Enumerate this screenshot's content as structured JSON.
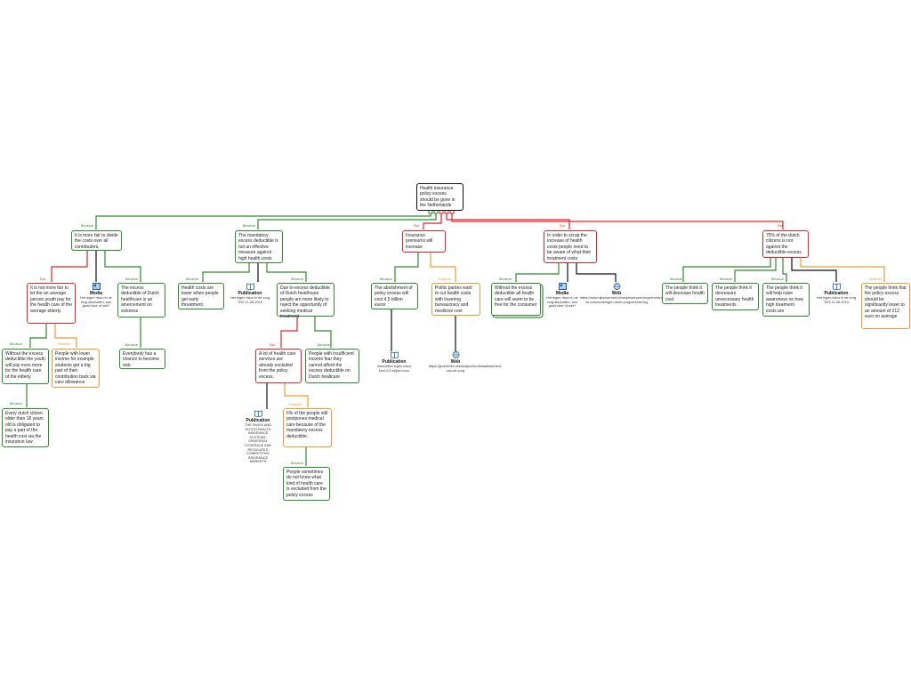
{
  "colors": {
    "support": "#2e8b2e",
    "against": "#e0252b",
    "warning": "#f29a2e",
    "root": "#111111"
  },
  "root": {
    "text": "Health insurance policy excess should be gone in the Netherlands"
  },
  "tags": {
    "because": "Because",
    "but": "But",
    "however": "However"
  },
  "nodes": {
    "fair": "It is more fair to divide the costs over all contributors.",
    "mandatory": "The mandatory excess deductible is not an effective measure against high health costs",
    "premiums": "Insurance premiums will increase",
    "scrap": "In order to scrap the increase of health costs people need to be aware of what their treatment costs",
    "majority": "75% of the dutch citizens is not against the deductible excess",
    "notfair": "It is not more fair to let the an average person youth pay for the health care of the average elderly.",
    "deductible": "The excess deductible of Dutch healthcare is an amercement on sickness",
    "healthcosts": "Health costs are lower when people get early threatment.",
    "reject": "Due to excess deductible of Dutch healthcare people are more likely to reject the opportunity of seeking medical treatment",
    "abolish": "The abolishment of policy excess will cost 4.5 billion euros",
    "parties": "Politic parties want to cut health costs with lowering bureaucracy and medicine cost",
    "free": "Without the excess deductible all health care will seem to be free for the consumer",
    "decrease": "The people think it will decrease health cost",
    "unnecessary": "The people think it decreases unnecessary health treatments",
    "awareness": "The people think it will help raise awareness on how high treatment costs are",
    "lower": "The people think that the policy excess should be significantly lower to an amount of 212 euro on average",
    "youth": "Without the excess deductible the youth will pay even more for the health care of the elderly",
    "students": "People with lower income for example students get a big part of their contribution back via care allowance",
    "chance": "Everybody has a chance to become sick",
    "excluded": "A lot of health care services are already excluded from the policy excess.",
    "insufficient": "People with insufficient income fear they cannot afford the excess deductible on Dutch healtcare",
    "elderly": "Every dutch citizen older than 18 years old is obligated to pay a part of the health cost via the insurance law",
    "postpone": "6% of the people still postpones medical care because of the mandatory excess deductible.",
    "unaware": "People sometimes do not know what kind of health care is excluded from the policy excess"
  },
  "resources": {
    "media_fair": {
      "title": "Media",
      "text": "Het eigen risico in de zorg afschaffen, een goed idee of niet?"
    },
    "pub_mandatory": {
      "title": "Publication",
      "text": "Het eigen risico in de zorg TNS 11-08-2010"
    },
    "pub_abolish": {
      "title": "Publication",
      "text": "Afschaffen eigen risico kost 4,5 miljard euro"
    },
    "web_parties": {
      "title": "Web",
      "text": "https://groenlinks.nl/standpunten/betaalbaarheid-van-de-zorg"
    },
    "media_scrap": {
      "title": "Media",
      "text": "Het eigen risico in de zorg afschaffen, een goed idee of niet?"
    },
    "web_scrap": {
      "title": "Web",
      "text": "https://www.rijksoverheid.nl/onderwerpen/zorgverzekering/vraag-en-antwoord/eigen-risico-zorgverzekering"
    },
    "pub_majority": {
      "title": "Publication",
      "text": "Het eigen risico in de zorg TNS 11-08-2010"
    },
    "pub_excluded": {
      "title": "Publication",
      "text": "THE SWISS AND DUTCH HEALTH INSURANCE SYSTEMS: UNIVERSAL COVERAGE AND REGULATED COMPETITIVE INSURANCE MARKETS"
    }
  }
}
